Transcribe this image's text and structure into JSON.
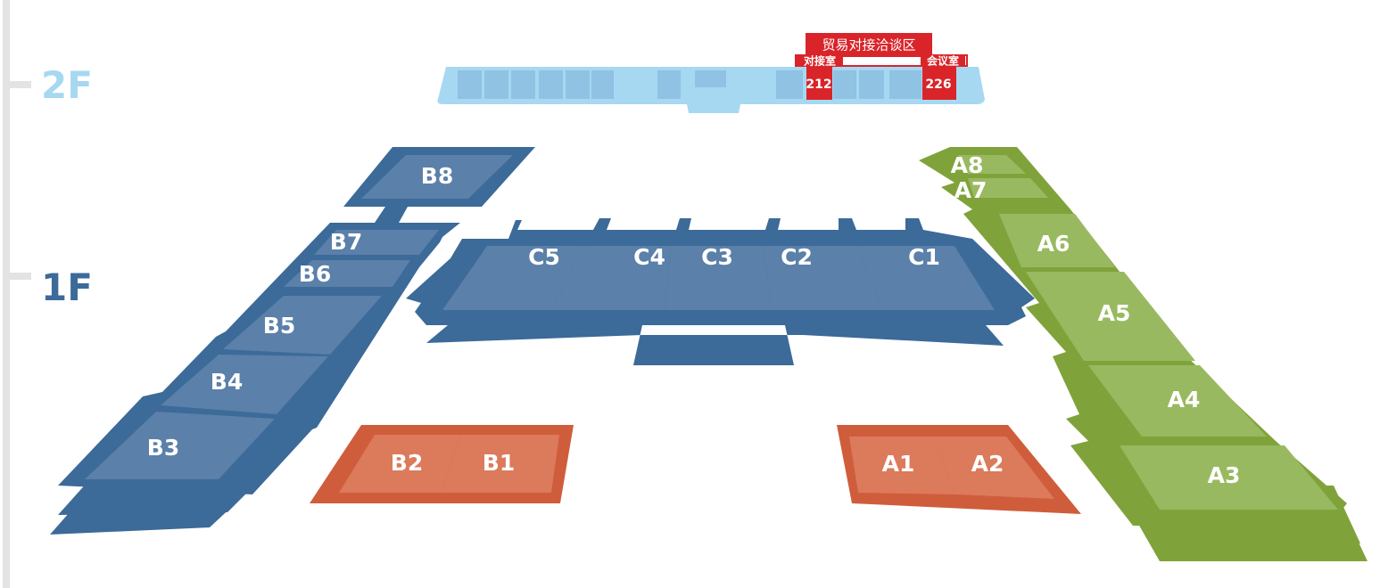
{
  "floors": {
    "second": {
      "label": "2F",
      "color": "#a6d8f2"
    },
    "first": {
      "label": "1F",
      "color": "#3c6a99"
    }
  },
  "second_floor": {
    "zone_label": "贸易对接洽谈区",
    "rooms": [
      {
        "name": "对接室",
        "number": "212"
      },
      {
        "name": "会议室",
        "number": "226"
      }
    ],
    "accent_color": "#d9252a"
  },
  "halls": {
    "blue_color": "#3c6a99",
    "green_color": "#7fa33a",
    "orange_color": "#cf5d3b",
    "B": [
      "B8",
      "B7",
      "B6",
      "B5",
      "B4",
      "B3"
    ],
    "C": [
      "C5",
      "C4",
      "C3",
      "C2",
      "C1"
    ],
    "A_green": [
      "A8",
      "A7",
      "A6",
      "A5",
      "A4",
      "A3"
    ],
    "B_orange": [
      "B2",
      "B1"
    ],
    "A_orange": [
      "A1",
      "A2"
    ]
  }
}
